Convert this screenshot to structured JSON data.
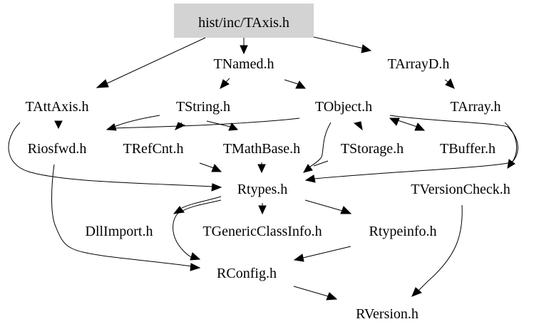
{
  "diagram": {
    "title": "hist/inc/TAxis.h include dependency graph",
    "root": "hist/inc/TAxis.h",
    "root_fill": "#d3d3d3",
    "nodes": [
      {
        "id": "taxis",
        "label": "hist/inc/TAxis.h",
        "root": true
      },
      {
        "id": "tnamed",
        "label": "TNamed.h"
      },
      {
        "id": "tarrayd",
        "label": "TArrayD.h"
      },
      {
        "id": "tattaxis",
        "label": "TAttAxis.h"
      },
      {
        "id": "tstring",
        "label": "TString.h"
      },
      {
        "id": "tobject",
        "label": "TObject.h"
      },
      {
        "id": "tarray",
        "label": "TArray.h"
      },
      {
        "id": "riosfwd",
        "label": "Riosfwd.h"
      },
      {
        "id": "trefcnt",
        "label": "TRefCnt.h"
      },
      {
        "id": "tmathbase",
        "label": "TMathBase.h"
      },
      {
        "id": "tstorage",
        "label": "TStorage.h"
      },
      {
        "id": "tbuffer",
        "label": "TBuffer.h"
      },
      {
        "id": "rtypes",
        "label": "Rtypes.h"
      },
      {
        "id": "tversioncheck",
        "label": "TVersionCheck.h"
      },
      {
        "id": "dllimport",
        "label": "DllImport.h"
      },
      {
        "id": "tgenericclassinfo",
        "label": "TGenericClassInfo.h"
      },
      {
        "id": "rtypeinfo",
        "label": "Rtypeinfo.h"
      },
      {
        "id": "rconfig",
        "label": "RConfig.h"
      },
      {
        "id": "rversion",
        "label": "RVersion.h"
      }
    ],
    "edges": [
      {
        "from": "taxis",
        "to": "tattaxis"
      },
      {
        "from": "taxis",
        "to": "tnamed"
      },
      {
        "from": "taxis",
        "to": "tarrayd"
      },
      {
        "from": "tnamed",
        "to": "tstring"
      },
      {
        "from": "tnamed",
        "to": "tobject"
      },
      {
        "from": "tarrayd",
        "to": "tarray"
      },
      {
        "from": "tattaxis",
        "to": "riosfwd"
      },
      {
        "from": "tattaxis",
        "to": "rtypes"
      },
      {
        "from": "tstring",
        "to": "riosfwd"
      },
      {
        "from": "tstring",
        "to": "trefcnt"
      },
      {
        "from": "tstring",
        "to": "tmathbase"
      },
      {
        "from": "tobject",
        "to": "riosfwd"
      },
      {
        "from": "tobject",
        "to": "tstorage"
      },
      {
        "from": "tobject",
        "to": "tbuffer"
      },
      {
        "from": "tobject",
        "to": "rtypes"
      },
      {
        "from": "tobject",
        "to": "tversioncheck"
      },
      {
        "from": "tbuffer",
        "to": "tobject"
      },
      {
        "from": "tarray",
        "to": "tversioncheck"
      },
      {
        "from": "tarray",
        "to": "rtypes"
      },
      {
        "from": "trefcnt",
        "to": "rtypes"
      },
      {
        "from": "tmathbase",
        "to": "rtypes"
      },
      {
        "from": "tstorage",
        "to": "rtypes"
      },
      {
        "from": "riosfwd",
        "to": "rconfig"
      },
      {
        "from": "rtypes",
        "to": "dllimport"
      },
      {
        "from": "rtypes",
        "to": "tgenericclassinfo"
      },
      {
        "from": "rtypes",
        "to": "rtypeinfo"
      },
      {
        "from": "rtypes",
        "to": "rconfig"
      },
      {
        "from": "rtypeinfo",
        "to": "rconfig"
      },
      {
        "from": "rconfig",
        "to": "rversion"
      },
      {
        "from": "tversioncheck",
        "to": "rversion"
      }
    ]
  }
}
